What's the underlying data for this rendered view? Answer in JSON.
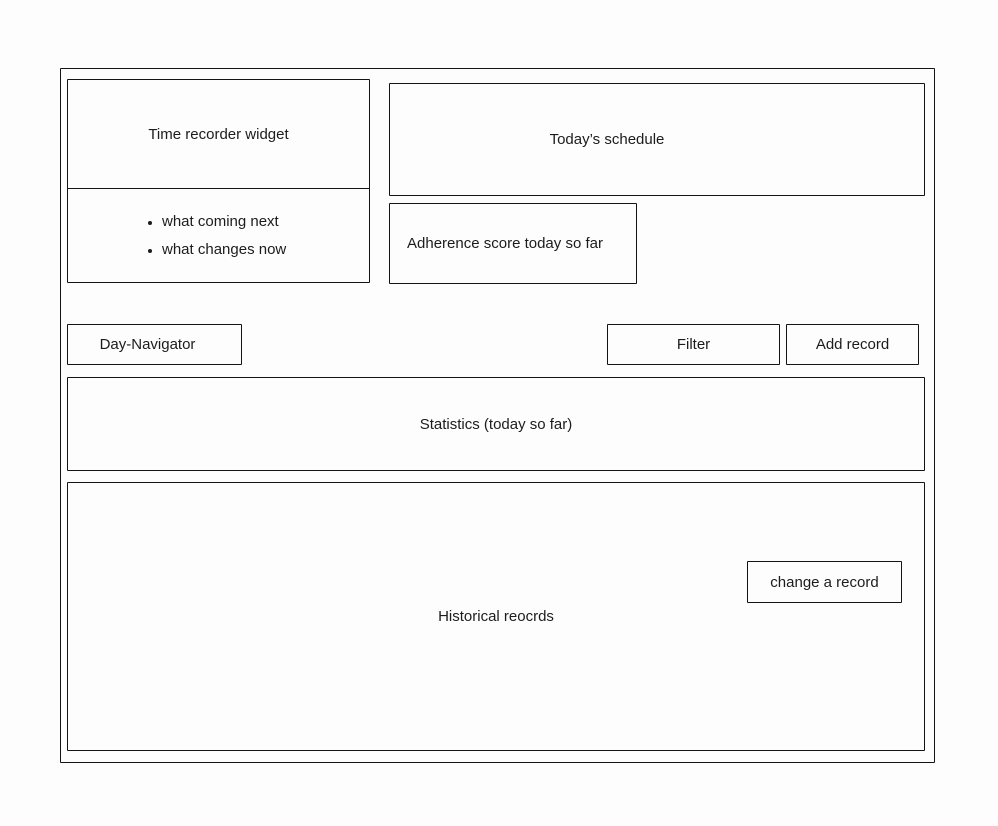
{
  "colors": {
    "background": "#fdfdfd",
    "line": "#141414",
    "text": "#1c1c1e"
  },
  "wireframe": {
    "time_recorder": {
      "title": "Time recorder widget",
      "bullets": [
        "what coming next",
        "what changes now"
      ]
    },
    "todays_schedule": {
      "label": "Today’s schedule"
    },
    "adherence": {
      "label": "Adherence score today so far"
    },
    "day_navigator": {
      "label": "Day-Navigator"
    },
    "filter": {
      "label": "Filter"
    },
    "add_record": {
      "label": "Add record"
    },
    "statistics": {
      "label": "Statistics (today so far)"
    },
    "historical": {
      "label": "Historical reocrds"
    },
    "change_record": {
      "label": "change a record"
    }
  }
}
